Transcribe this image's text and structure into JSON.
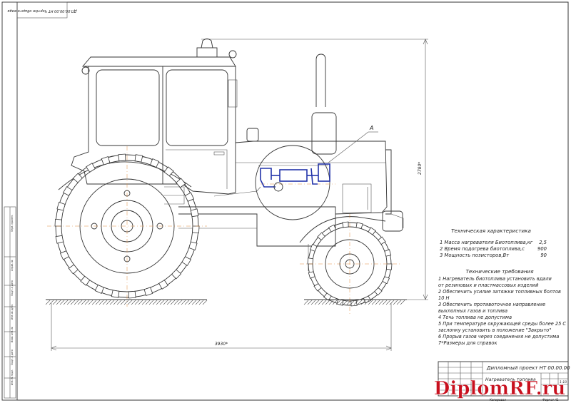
{
  "frame": {
    "top_stamp": "ДП.00.00.00 НТ Чертёж общего вида",
    "side_labels": [
      "Инв. № подл.",
      "Подп. и дата",
      "Взам. инв. №",
      "Инв. № дубл.",
      "Подп. и дата",
      "Справ. №",
      "Перв. примен."
    ]
  },
  "drawing": {
    "callout_label": "A",
    "dim_height": "2780*",
    "dim_length": "3930*"
  },
  "specs": {
    "title": "Техническая характеристика",
    "items": [
      {
        "label": "1 Масса нагревателя Биотоплива,кг",
        "value": "2,5"
      },
      {
        "label": "2 Время подогрева биотоплива,с",
        "value": "900"
      },
      {
        "label": "3 Мощность позисторов,Вт",
        "value": "90"
      }
    ]
  },
  "requirements": {
    "title": "Технические требования",
    "lines": [
      "1 Нагреватель биотоплива установить вдали",
      "  от резиновых и пластмассовых изделий",
      "2 Обеспечить усилие затяжки топливных болтов",
      "  10 Н",
      "3 Обеспечить противоточное направление",
      "  выхлопных газов и топлива",
      "4 Течь топлива не допустима",
      "5 При температуре окружающей среды более 25 С",
      "  заслонку установить в положение \"Закрыто\"",
      "6 Прорыв газов через соединения не допустима",
      "7*Размеры для справок"
    ]
  },
  "title_block": {
    "project": "Дипломный проект НТ 00.00.00 СБ",
    "name": "Нагреватель топлива",
    "sheet": "1:10",
    "copied": "Копировал",
    "format": "Формат A1"
  },
  "watermark": "DiplomRF.ru"
}
